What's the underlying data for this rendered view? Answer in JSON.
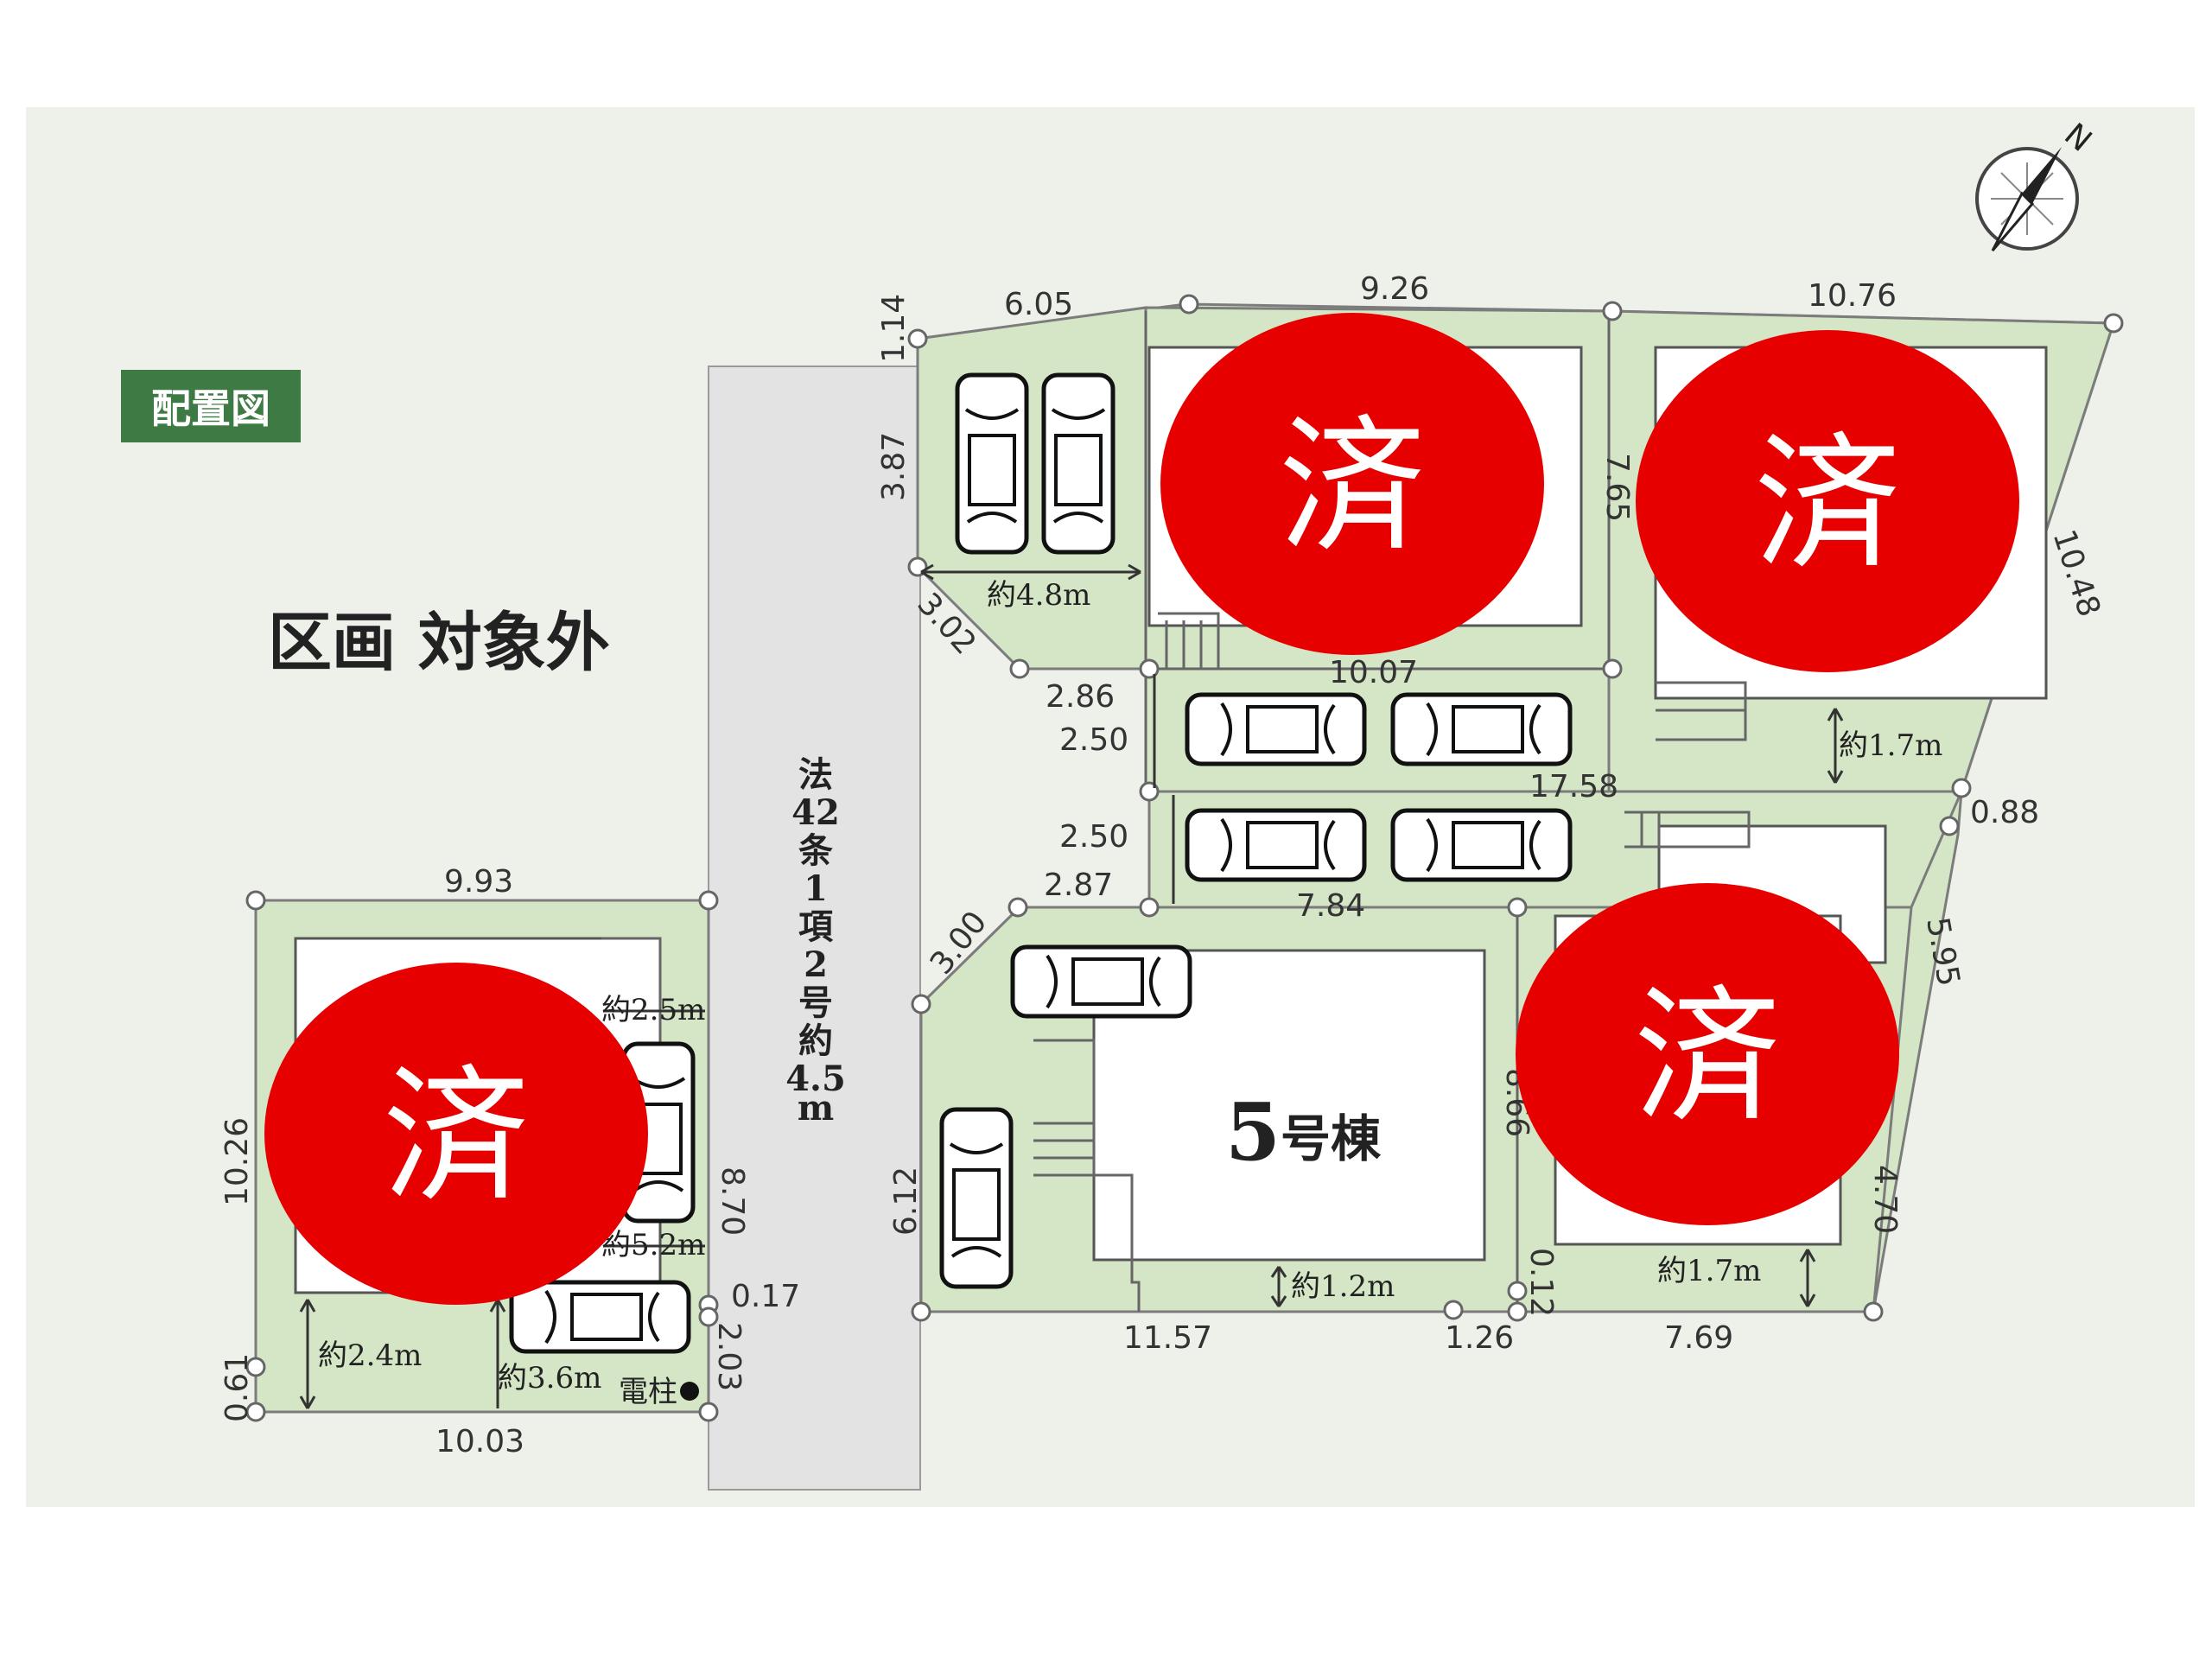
{
  "badge": "配置図",
  "outside_label": "区画 対象外",
  "road_label": [
    "法",
    "42",
    "条",
    "1",
    "項",
    "2",
    "号",
    "約",
    "4.5",
    "m"
  ],
  "compass_label": "N",
  "building_label": {
    "number": "5",
    "suffix": "号棟"
  },
  "sold_mark": "済",
  "dimensions": {
    "top_a": "6.05",
    "top_b": "9.26",
    "top_c": "10.76",
    "left_top": "1.14",
    "left_b": "3.87",
    "diag_a": "3.02",
    "mid_a": "2.86",
    "mid_b": "2.50",
    "mid_c": "2.50",
    "mid_d": "2.87",
    "mid_e": "10.07",
    "mid_f": "17.58",
    "mid_g": "7.84",
    "right_a": "7.65",
    "right_b": "10.48",
    "right_c": "0.88",
    "right_d": "5.95",
    "right_e": "4.70",
    "right_f": "0.12",
    "right_g": "8.66",
    "diag_b": "3.00",
    "left_c": "6.12",
    "bottom_a": "11.57",
    "bottom_b": "1.26",
    "bottom_c": "7.69",
    "lot1_top": "9.93",
    "lot1_left": "10.26",
    "lot1_bottom": "10.03",
    "lot1_corner": "0.61",
    "lot1_right": "8.70",
    "lot1_r2": "0.17",
    "lot1_r3": "2.03"
  },
  "annotations": {
    "parking_top": "約4.8m",
    "gap_right": "約1.7m",
    "gap_bottom_mid": "約1.2m",
    "gap_bottom_right": "約1.7m",
    "lot1_a": "約2.5m",
    "lot1_b": "約5.2m",
    "lot1_c": "約2.4m",
    "lot1_d": "約3.6m",
    "pole": "電柱"
  }
}
